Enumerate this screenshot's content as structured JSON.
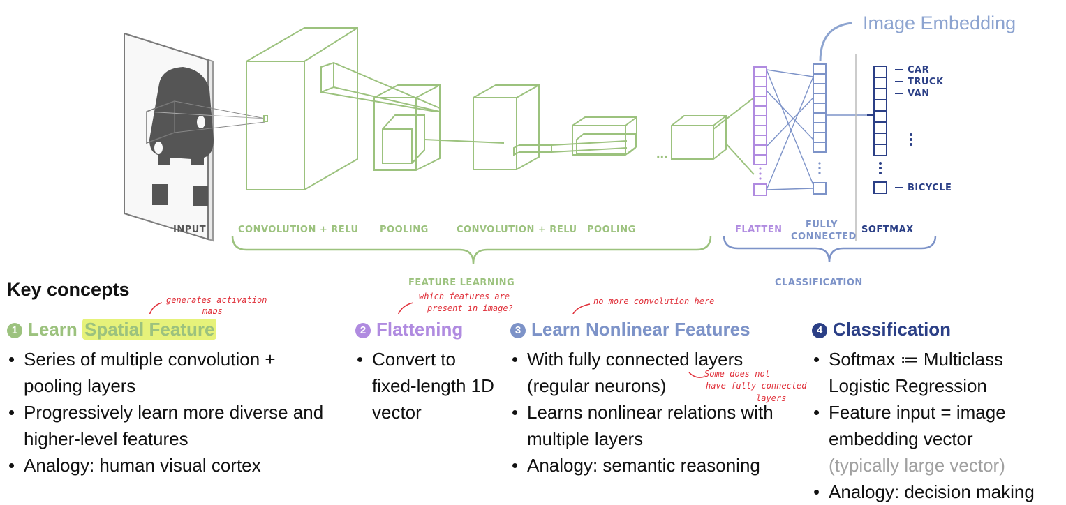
{
  "diagram": {
    "image_embedding_label": "Image Embedding",
    "stage_labels": {
      "input": "INPUT",
      "conv1": "CONVOLUTION + RELU",
      "pool1": "POOLING",
      "conv2": "CONVOLUTION + RELU",
      "pool2": "POOLING",
      "flatten": "FLATTEN",
      "fc_line1": "FULLY",
      "fc_line2": "CONNECTED",
      "softmax": "SOFTMAX"
    },
    "outputs": [
      "CAR",
      "TRUCK",
      "VAN"
    ],
    "output_last": "BICYCLE",
    "ellipsis": "...",
    "groups": {
      "feature_learning": "FEATURE LEARNING",
      "classification": "CLASSIFICATION"
    },
    "colors": {
      "green": "#9cc27e",
      "purple": "#b08be0",
      "blue": "#7d93c8",
      "navy": "#2b3f86",
      "image_embedding": "#8da4d0",
      "handwriting": "#e0303a"
    }
  },
  "notes": {
    "activation_line1": "generates activation",
    "activation_line2": "maps",
    "features_line1": "which features are",
    "features_line2": "present in image?",
    "no_conv": "no more convolution here",
    "fc_line1": "Some does not",
    "fc_line2": "have fully connected",
    "fc_line3": "layers"
  },
  "key_concepts": {
    "title": "Key concepts",
    "columns": [
      {
        "num": "1",
        "title_pre": "Learn ",
        "title_hl": "Spatial Feature",
        "color": "#9cc27e",
        "bullets": [
          "Series of multiple convolution + pooling layers",
          "Progressively learn more diverse and higher-level features",
          "Analogy: human visual cortex"
        ]
      },
      {
        "num": "2",
        "title": "Flattening",
        "color": "#b08be0",
        "bullets": [
          "Convert to fixed-length 1D vector"
        ]
      },
      {
        "num": "3",
        "title": "Learn Nonlinear Features",
        "color": "#7d93c8",
        "bullets": [
          "With fully connected layers (regular neurons)",
          "Learns nonlinear relations with multiple layers",
          "Analogy: semantic reasoning"
        ]
      },
      {
        "num": "4",
        "title": "Classification",
        "color": "#2b3f86",
        "bullets": [
          "Softmax ≔ Multiclass Logistic Regression",
          "Feature input = image embedding vector"
        ],
        "bullet2_extra": "(typically large vector)",
        "bullet3": "Analogy: decision making"
      }
    ]
  }
}
